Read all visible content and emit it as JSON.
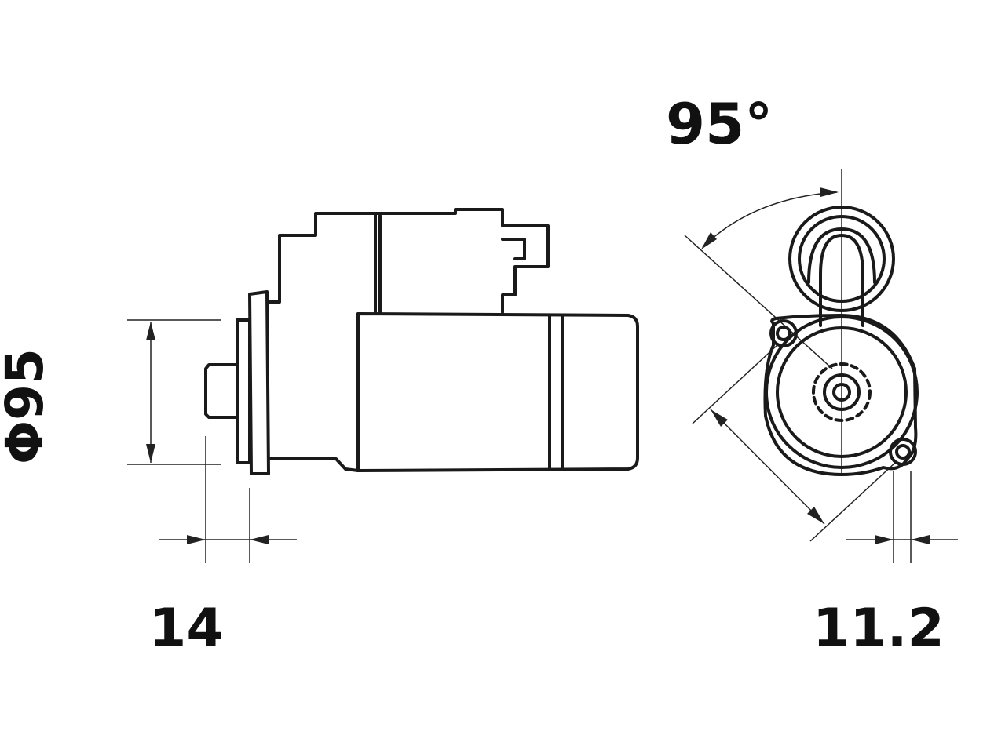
{
  "dimensions": {
    "diameter": "Φ95",
    "mounting_angle": "95°",
    "pinion_offset": "14",
    "flange_distance": "11.2"
  },
  "views": [
    "side-view",
    "front-view"
  ]
}
